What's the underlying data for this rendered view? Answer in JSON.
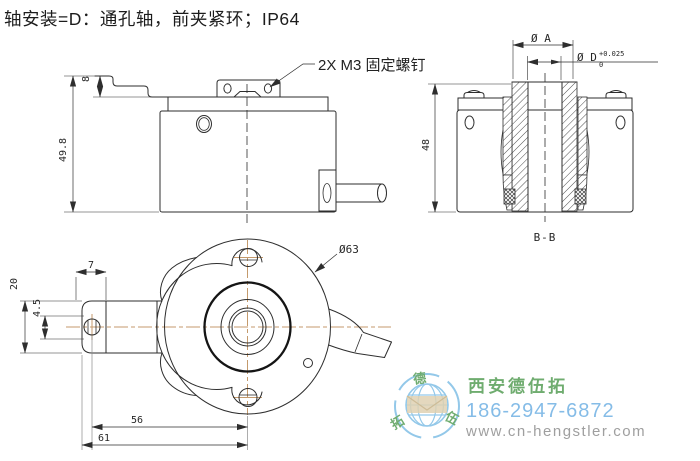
{
  "title": "轴安装=D：通孔轴，前夹紧环；IP64",
  "side_view": {
    "dim_step_height": "8",
    "dim_body_height": "49.8",
    "screw_callout": "2X M3 固定螺钉"
  },
  "section_view": {
    "dim_outer_diameter": "Ø A",
    "dim_bore_prefix": "Ø D",
    "dim_bore_tol_upper": "+0.025",
    "dim_bore_tol_lower": "0",
    "dim_height": "48",
    "section_label": "B-B"
  },
  "front_view": {
    "dim_diameter": "Ø63",
    "dim_tab_slot": "7",
    "dim_tab_height": "20",
    "dim_hole": "4.5",
    "dim_hole_to_center": "56",
    "dim_edge_to_center": "61"
  },
  "watermark": {
    "company": "西安德伍拓",
    "phone": "186-2947-6872",
    "website": "www.cn-hengstler.com",
    "logo_chars": [
      "德",
      "拓",
      "伍"
    ],
    "colors": {
      "company_green": "#68a868",
      "phone_blue": "#7fb9e6",
      "url_gray": "#9a9a9a",
      "logo_blue": "#8ec6e8",
      "envelope_tan": "#ddcfae"
    }
  },
  "drawing": {
    "line_color": "#2e2e2e",
    "centerline_color": "#c49a6c",
    "background": "#ffffff"
  }
}
